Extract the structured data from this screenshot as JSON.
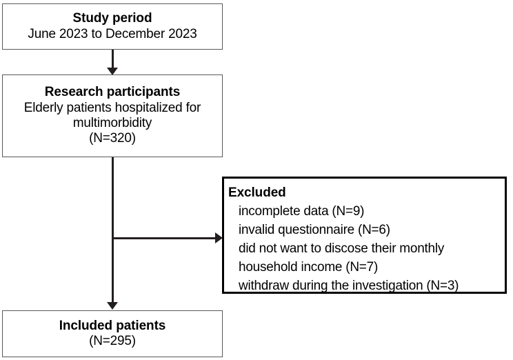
{
  "diagram": {
    "type": "flowchart",
    "orientation": "vertical",
    "nodes": {
      "study_period": {
        "title": "Study period",
        "lines": [
          "June 2023 to December 2023"
        ]
      },
      "research_participants": {
        "title": "Research participants",
        "lines": [
          "Elderly patients hospitalized for",
          "multimorbidity",
          "(N=320)"
        ]
      },
      "excluded": {
        "title": "Excluded",
        "items": [
          "incomplete data (N=9)",
          "invalid questionnaire (N=6)",
          "did not want to discose their monthly",
          "household income (N=7)",
          "withdraw during the investigation (N=3)"
        ]
      },
      "included_patients": {
        "title": "Included patients",
        "lines": [
          "(N=295)"
        ]
      }
    },
    "connectors": [
      {
        "name": "study-period-to-research-participants",
        "direction": "down"
      },
      {
        "name": "research-participants-to-included-patients",
        "direction": "down"
      },
      {
        "name": "spine-to-excluded",
        "direction": "right"
      }
    ],
    "colors": {
      "box_border_thin": "#58585a",
      "box_border_thick": "#000000",
      "connector": "#231f20",
      "text": "#000000",
      "background": "#ffffff"
    }
  }
}
